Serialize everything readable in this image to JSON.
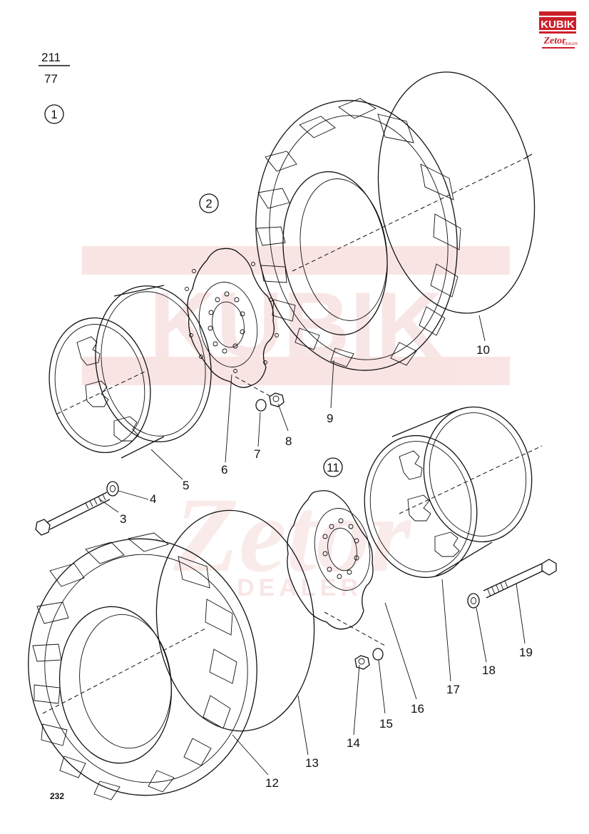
{
  "header": {
    "fraction_top": "211",
    "fraction_bottom": "77",
    "page_number": "232"
  },
  "logo": {
    "brand_top": "KUBIK",
    "brand_bottom": "Zetor",
    "brand_tag": "DEALER",
    "color": "#cc1f2a"
  },
  "watermark": {
    "text_top": "KUBIK",
    "text_bottom": "Zetor",
    "text_tag": "DEALER",
    "color": "#f3d3d3"
  },
  "sections": [
    "1",
    "2",
    "11"
  ],
  "parts": [
    "3",
    "4",
    "5",
    "6",
    "7",
    "8",
    "9",
    "10",
    "12",
    "13",
    "14",
    "15",
    "16",
    "17",
    "18",
    "19"
  ]
}
